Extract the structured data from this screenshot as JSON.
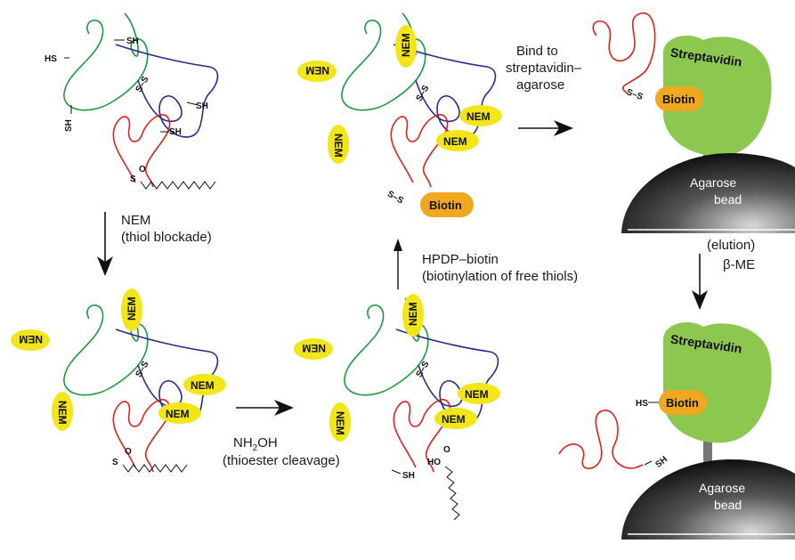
{
  "labels": {
    "sh": "SH",
    "hs": "HS",
    "ss": "S–S",
    "s": "S",
    "o": "O",
    "ho": "HO",
    "nem": "NEM",
    "biotin": "Biotin",
    "streptavidin": "Streptavidin",
    "agarose_line1": "Agarose",
    "agarose_line2": "bead"
  },
  "steps": {
    "nem_line1": "NEM",
    "nem_line2": "(thiol blockade)",
    "nh2oh_pre": "NH",
    "nh2oh_sub": "2",
    "nh2oh_post": "OH",
    "nh2oh_line2": "(thioester cleavage)",
    "hpdp_line1": "HPDP–biotin",
    "hpdp_line2": "(biotinylation of free thiols)",
    "bind_line1": "Bind to",
    "bind_line2": "streptavidin–",
    "bind_line3": "agarose",
    "elution_line1": "(elution)",
    "elution_line2": "β-ME"
  },
  "colors": {
    "green_chain": "#1a9a3a",
    "blue_chain": "#2a2a8a",
    "red_chain": "#e0201a",
    "nem_fill": "#f2e61a",
    "biotin_fill": "#f0a820",
    "streptavidin_fill": "#8cc850"
  }
}
